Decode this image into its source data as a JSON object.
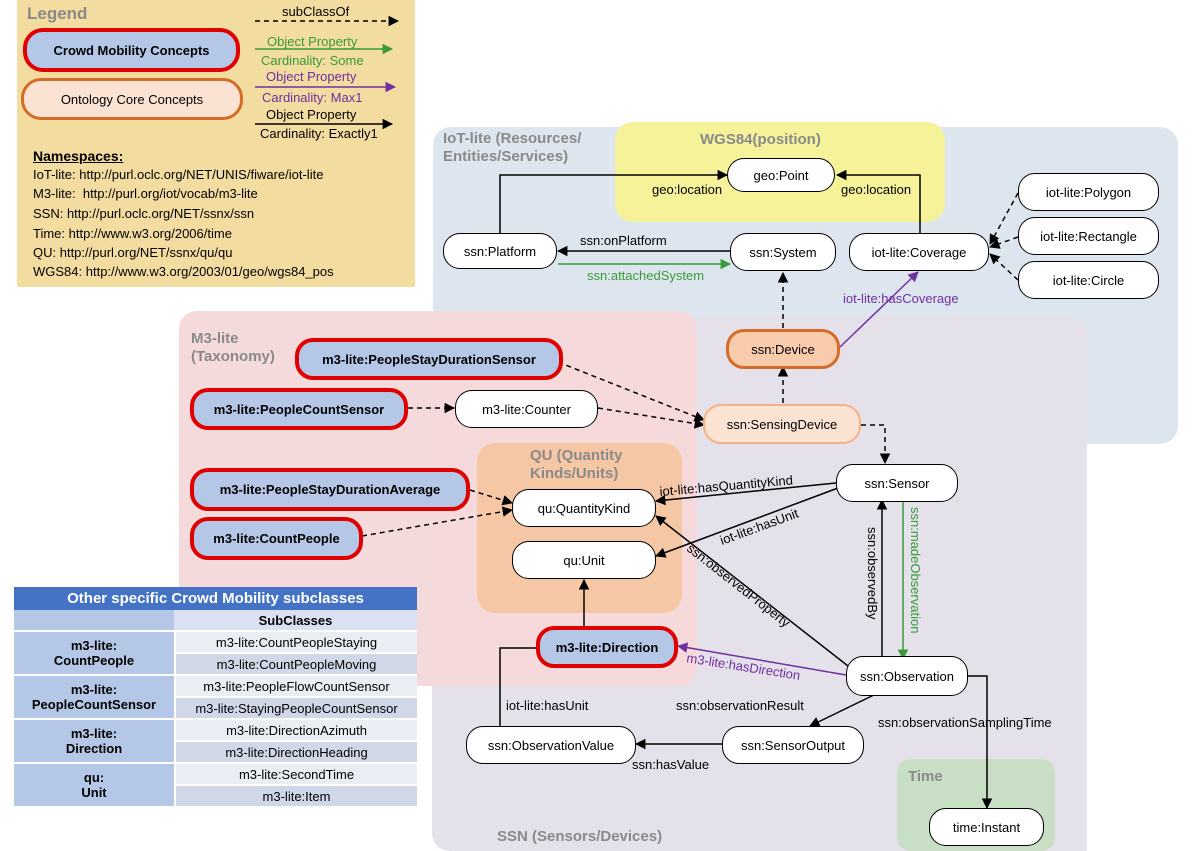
{
  "legend": {
    "title": "Legend",
    "crowd_label": "Crowd Mobility Concepts",
    "core_label": "Ontology Core Concepts",
    "subclass_label": "subClassOf",
    "op_some_label1": "Object Property",
    "op_some_label2": "Cardinality: Some",
    "op_max1_label1": "Object Property",
    "op_max1_label2": "Cardinality: Max1",
    "op_exact_label1": "Object Property",
    "op_exact_label2": "Cardinality: Exactly1",
    "namespaces_title": "Namespaces",
    "namespaces": [
      "IoT-lite: http://purl.oclc.org/NET/UNIS/fiware/iot-lite",
      "M3-lite:  http://purl.org/iot/vocab/m3-lite",
      "SSN: http://purl.oclc.org/NET/ssnx/ssn",
      "Time: http://www.w3.org/2006/time",
      "QU: http://purl.org/NET/ssnx/qu/qu",
      "WGS84: http://www.w3.org/2003/01/geo/wgs84_pos"
    ],
    "colors": {
      "some": "#3a9a3a",
      "max1": "#7030a0",
      "crowd_fill": "#b4c7e7",
      "crowd_border": "#e00000",
      "core_fill": "#f8cbad",
      "core_border": "#d46c28"
    }
  },
  "groups": {
    "iot_lite": "IoT-lite (Resources/\nEntities/Services)",
    "wgs84": "WGS84(position)",
    "m3_lite": "M3-lite\n(Taxonomy)",
    "qu": "QU (Quantity\nKinds/Units)",
    "ssn": "SSN (Sensors/Devices)",
    "time": "Time"
  },
  "nodes": {
    "geo_point": "geo:Point",
    "ssn_platform": "ssn:Platform",
    "ssn_system": "ssn:System",
    "iot_coverage": "iot-lite:Coverage",
    "iot_polygon": "iot-lite:Polygon",
    "iot_rectangle": "iot-lite:Rectangle",
    "iot_circle": "iot-lite:Circle",
    "ssn_device": "ssn:Device",
    "ssn_sensing_device": "ssn:SensingDevice",
    "m3_stay_duration_sensor": "m3-lite:PeopleStayDurationSensor",
    "m3_people_count_sensor": "m3-lite:PeopleCountSensor",
    "m3_counter": "m3-lite:Counter",
    "m3_stay_duration_average": "m3-lite:PeopleStayDurationAverage",
    "m3_count_people": "m3-lite:CountPeople",
    "qu_quantity_kind": "qu:QuantityKind",
    "qu_unit": "qu:Unit",
    "ssn_sensor": "ssn:Sensor",
    "m3_direction": "m3-lite:Direction",
    "ssn_observation": "ssn:Observation",
    "ssn_sensor_output": "ssn:SensorOutput",
    "ssn_observation_value": "ssn:ObservationValue",
    "time_instant": "time:Instant"
  },
  "edge_labels": {
    "geo_location_left": "geo:location",
    "geo_location_right": "geo:location",
    "on_platform": "ssn:onPlatform",
    "attached_system": "ssn:attachedSystem",
    "has_coverage": "iot-lite:hasCoverage",
    "has_quantity_kind": "iot-lite:hasQuantityKind",
    "has_unit_sensor": "iot-lite:hasUnit",
    "observed_property": "ssn:observedProperty",
    "observed_by": "ssn:observedBy",
    "made_observation": "ssn:madeObservation",
    "has_direction": "m3-lite:hasDirection",
    "observation_result": "ssn:observationResult",
    "sampling_time": "ssn:observationSamplingTime",
    "has_unit_value": "iot-lite:hasUnit",
    "has_value": "ssn:hasValue"
  },
  "table": {
    "title": "Other specific Crowd Mobility subclasses",
    "col_header": "SubClasses",
    "rows": [
      {
        "key_line1": "m3-lite:",
        "key_line2": "CountPeople",
        "values": [
          "m3-lite:CountPeopleStaying",
          "m3-lite:CountPeopleMoving"
        ]
      },
      {
        "key_line1": "m3-lite:",
        "key_line2": "PeopleCountSensor",
        "values": [
          "m3-lite:PeopleFlowCountSensor",
          "m3-lite:StayingPeopleCountSensor"
        ]
      },
      {
        "key_line1": "m3-lite:",
        "key_line2": "Direction",
        "values": [
          "m3-lite:DirectionAzimuth",
          "m3-lite:DirectionHeading"
        ]
      },
      {
        "key_line1": "qu:",
        "key_line2": "Unit",
        "values": [
          "m3-lite:SecondTime",
          "m3-lite:Item"
        ]
      }
    ]
  }
}
